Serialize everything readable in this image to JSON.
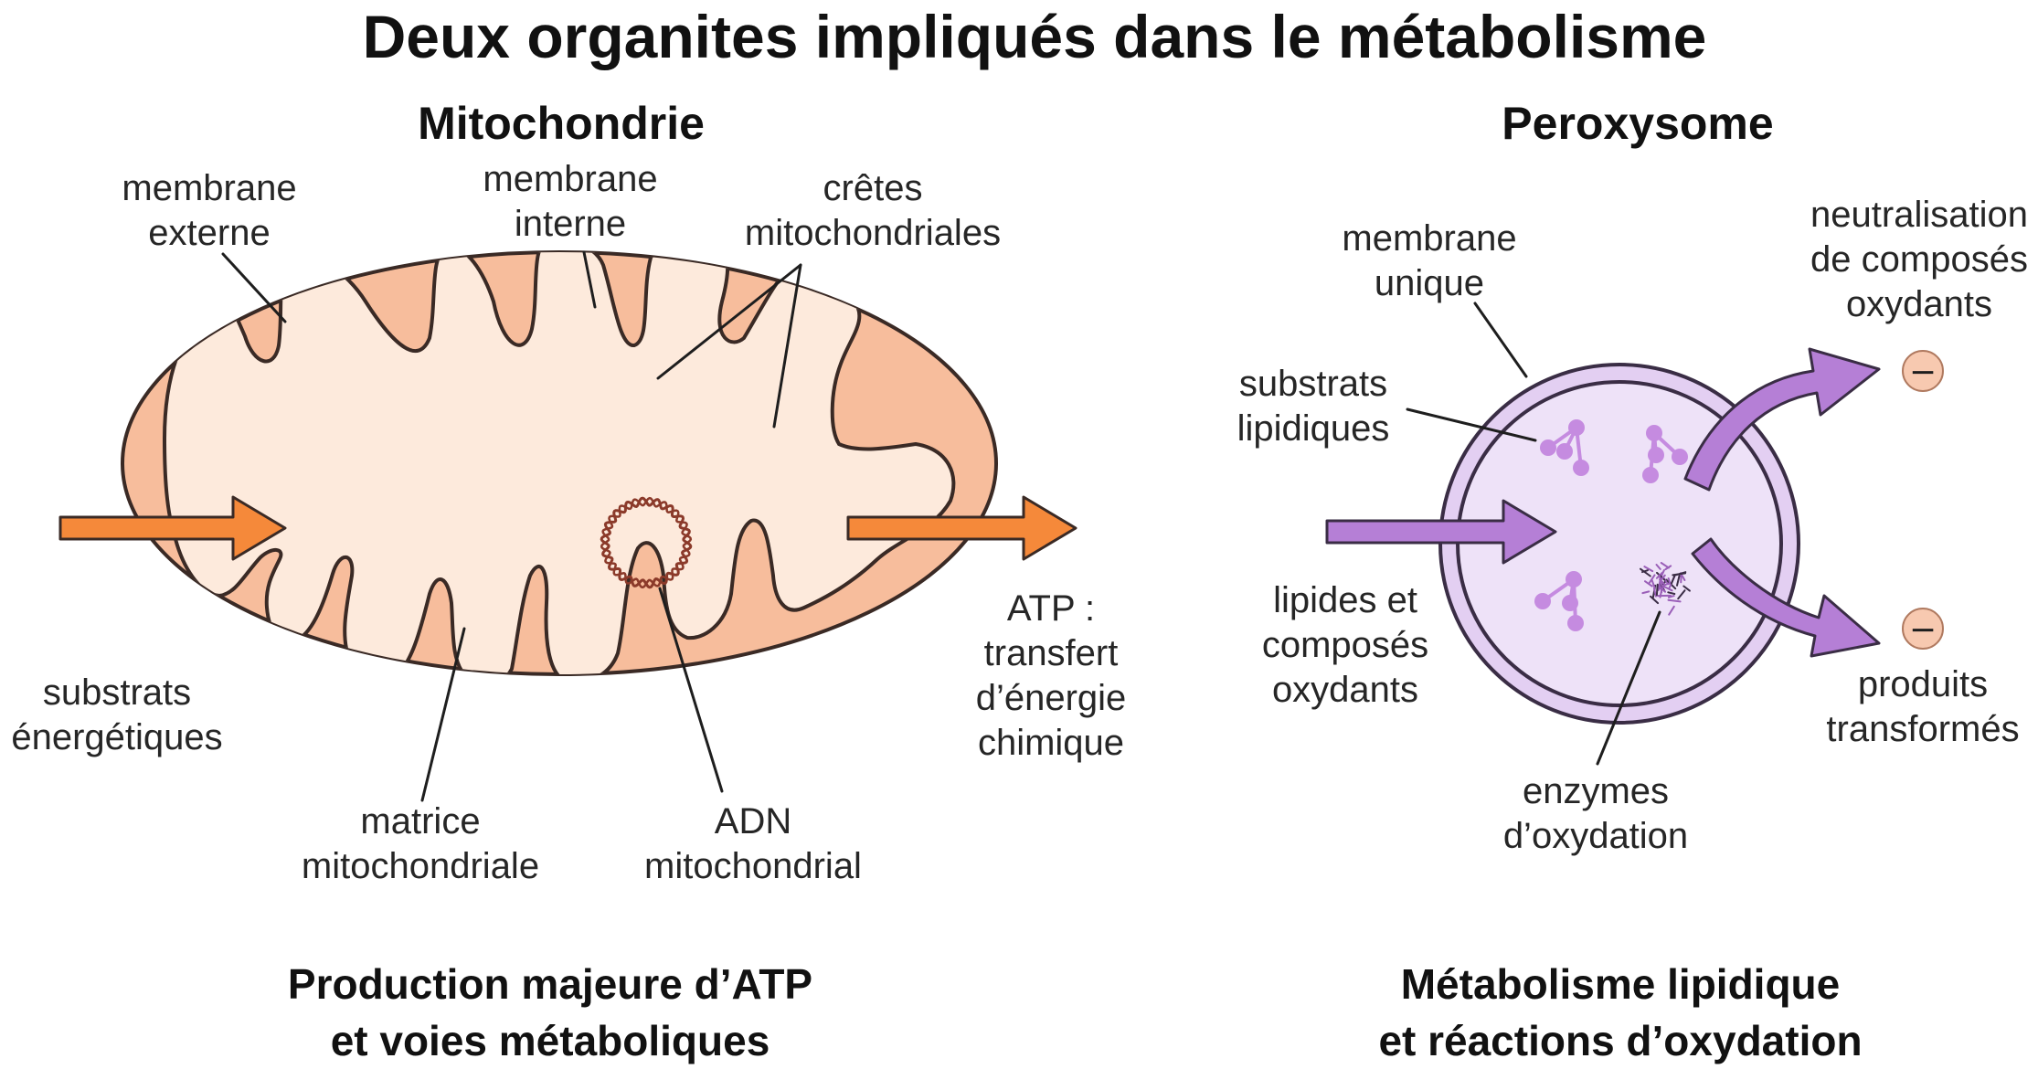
{
  "title": "Deux organites impliqués dans le métabolisme",
  "colors": {
    "mito_outer": "#f7bd9c",
    "mito_inner": "#fdeadc",
    "mito_stroke": "#3a2a25",
    "mito_arrow": "#f5893a",
    "dna": "#8b3a2a",
    "perox_outer": "#e3cff2",
    "perox_inner": "#eee2f8",
    "perox_stroke": "#3a2d45",
    "perox_arrow": "#b57fd6",
    "perox_dots": "#c58be0",
    "minus_fill": "#f7c9b0"
  },
  "mitochondrie": {
    "heading": "Mitochondrie",
    "labels": {
      "membrane_externe": [
        "membrane",
        "externe"
      ],
      "membrane_interne": [
        "membrane",
        "interne"
      ],
      "cretes": [
        "crêtes",
        "mitochondriales"
      ],
      "substrats": [
        "substrats",
        "énergétiques"
      ],
      "atp": [
        "ATP :",
        "transfert",
        "d’énergie",
        "chimique"
      ],
      "matrice": [
        "matrice",
        "mitochondriale"
      ],
      "adn": [
        "ADN",
        "mitochondrial"
      ]
    },
    "caption": [
      "Production majeure d’ATP",
      "et voies métaboliques"
    ]
  },
  "peroxysome": {
    "heading": "Peroxysome",
    "labels": {
      "membrane_unique": [
        "membrane",
        "unique"
      ],
      "substrats_lipidiques": [
        "substrats",
        "lipidiques"
      ],
      "lipides": [
        "lipides et",
        "composés",
        "oxydants"
      ],
      "enzymes": [
        "enzymes",
        "d’oxydation"
      ],
      "neutralisation": [
        "neutralisation",
        "de composés",
        "oxydants"
      ],
      "produits": [
        "produits",
        "transformés"
      ]
    },
    "minus_symbol": "−",
    "caption": [
      "Métabolisme lipidique",
      "et réactions d’oxydation"
    ]
  }
}
